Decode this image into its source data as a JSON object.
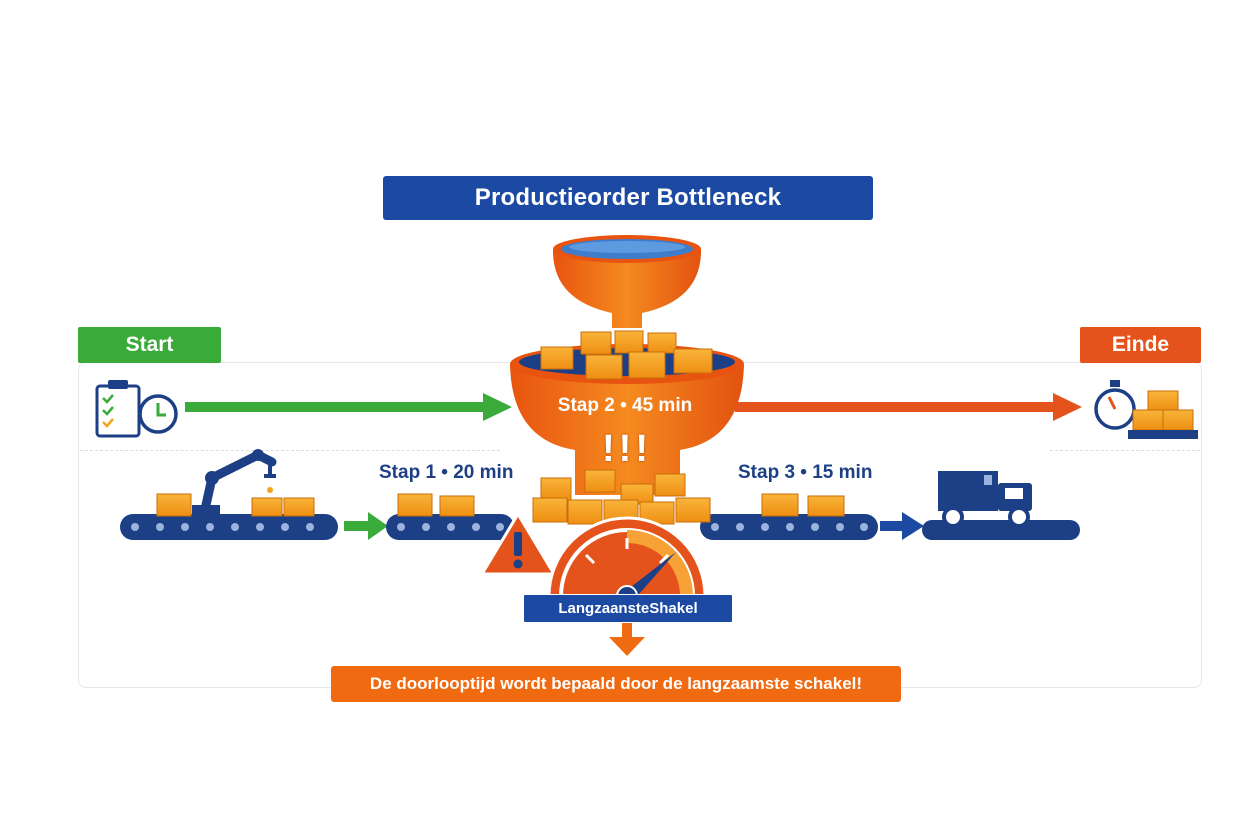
{
  "title": "Productieorder Bottleneck",
  "start_label": "Start",
  "end_label": "Einde",
  "steps": [
    {
      "label": "Stap 1 • 20 min",
      "minutes": 20
    },
    {
      "label": "Stap 2 • 45 min",
      "minutes": 45
    },
    {
      "label": "Stap 3 • 15 min",
      "minutes": 15
    }
  ],
  "bottleneck_label": "LangzaansteShakel",
  "warning_marks": "!!!",
  "footer_message": "De doorlooptijd wordt bepaald door de langzaamste schakel!",
  "colors": {
    "navy": "#1c3f86",
    "blue": "#1c4aa3",
    "green": "#3aab3a",
    "orange": "#f06a12",
    "red_orange": "#e4531b",
    "box": "#f5a31e"
  },
  "icons": [
    "clipboard-clock-icon",
    "robot-arm-icon",
    "conveyor-belt-icon",
    "funnel-icon",
    "warning-triangle-icon",
    "speedometer-icon",
    "stopwatch-icon",
    "delivery-truck-icon",
    "box-icon"
  ]
}
